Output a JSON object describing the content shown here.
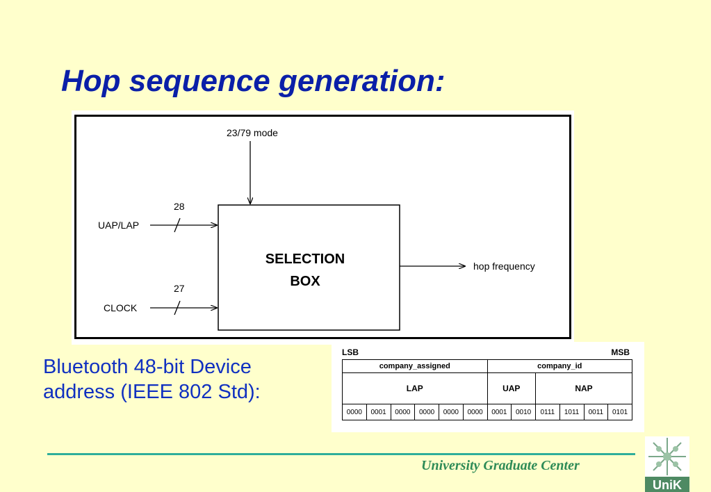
{
  "slide": {
    "title": "Hop sequence generation:"
  },
  "diagram": {
    "mode_label": "23/79 mode",
    "input_uaplap_label": "UAP/LAP",
    "input_uaplap_bits": "28",
    "input_clock_label": "CLOCK",
    "input_clock_bits": "27",
    "box_line1": "SELECTION",
    "box_line2": "BOX",
    "output_label": "hop frequency"
  },
  "address": {
    "caption_line1": "Bluetooth 48-bit Device",
    "caption_line2": "address (IEEE 802 Std):",
    "lsb": "LSB",
    "msb": "MSB",
    "groups": [
      "company_assigned",
      "company_id"
    ],
    "parts": [
      "LAP",
      "UAP",
      "NAP"
    ],
    "bits": [
      "0000",
      "0001",
      "0000",
      "0000",
      "0000",
      "0000",
      "0001",
      "0010",
      "0111",
      "1011",
      "0011",
      "0101"
    ]
  },
  "footer": {
    "text": "University Graduate Center",
    "logo_text": "UniK"
  },
  "colors": {
    "background": "#FFFFCC",
    "title": "#0A1FA8",
    "caption": "#1030C0",
    "footer_rule": "#2EAE9A",
    "footer_text": "#2E8B57"
  }
}
